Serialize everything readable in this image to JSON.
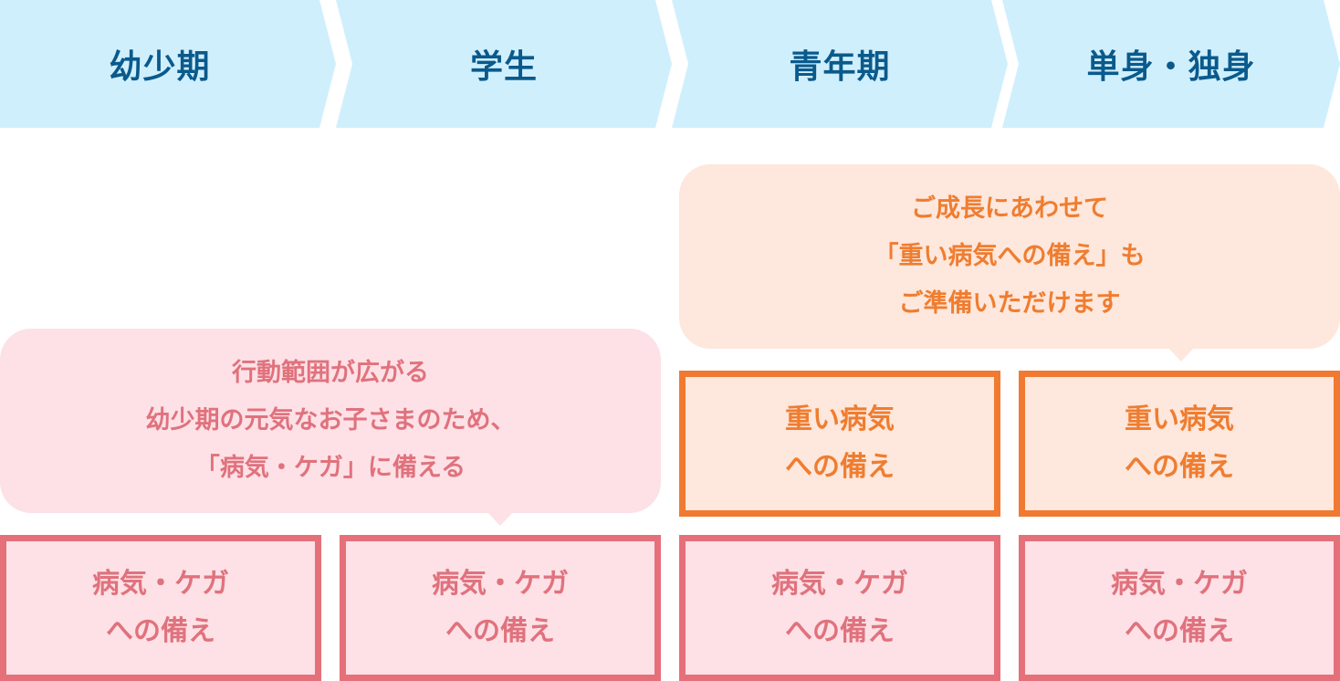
{
  "stages": [
    {
      "label": "幼少期"
    },
    {
      "label": "学生"
    },
    {
      "label": "青年期"
    },
    {
      "label": "単身・独身"
    }
  ],
  "callout_child": {
    "lines": [
      "行動範囲が広がる",
      "幼少期の元気なお子さまのため、",
      "「病気・ケガ」に備える"
    ]
  },
  "callout_adult": {
    "lines": [
      "ご成長にあわせて",
      "「重い病気への備え」も",
      "ご準備いただけます"
    ]
  },
  "serious_boxes": [
    {
      "line1": "重い病気",
      "line2": "への備え"
    },
    {
      "line1": "重い病気",
      "line2": "への備え"
    }
  ],
  "injury_boxes": [
    {
      "line1": "病気・ケガ",
      "line2": "への備え"
    },
    {
      "line1": "病気・ケガ",
      "line2": "への備え"
    },
    {
      "line1": "病気・ケガ",
      "line2": "への備え"
    },
    {
      "line1": "病気・ケガ",
      "line2": "への備え"
    }
  ],
  "colors": {
    "stage_bg": "#d0effc",
    "stage_text": "#0a5a8c",
    "pink_fill": "#fde1e6",
    "pink_border": "#e5707a",
    "orange_fill": "#fee7dc",
    "orange_border": "#f07a31"
  }
}
